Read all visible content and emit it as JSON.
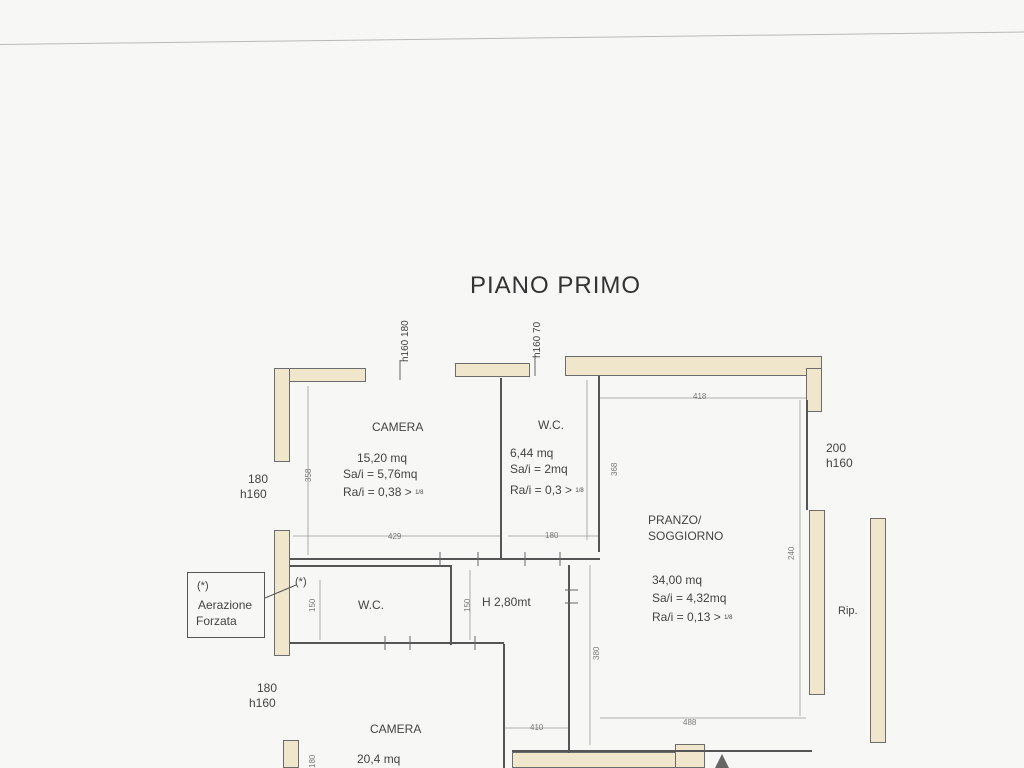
{
  "title": "PIANO PRIMO",
  "note": {
    "star": "(*)",
    "line1": "Aerazione",
    "line2": "Forzata",
    "marker": "(*)"
  },
  "rooms": [
    {
      "name": "CAMERA",
      "area": "15,20 mq",
      "sa": "Sa/i = 5,76mq",
      "ra": "Ra/i = 0,38 >",
      "ra_frac": "1/8"
    },
    {
      "name": "W.C.",
      "area": "6,44 mq",
      "sa": "Sa/i = 2mq",
      "ra": "Ra/i = 0,3 >",
      "ra_frac": "1/8"
    },
    {
      "name": "PRANZO/",
      "name2": "SOGGIORNO",
      "area": "34,00 mq",
      "sa": "Sa/i = 4,32mq",
      "ra": "Ra/i = 0,13 >",
      "ra_frac": "1/8"
    },
    {
      "name": "W.C."
    },
    {
      "name": "CAMERA",
      "area": "20,4 mq"
    },
    {
      "name": "Rip."
    }
  ],
  "height_label": "H 2,80mt",
  "openings": [
    {
      "w": "180",
      "h": "h160"
    },
    {
      "w": "70",
      "h": "h160"
    },
    {
      "w": "200",
      "h": "h160"
    },
    {
      "w": "180",
      "h": "h160"
    },
    {
      "w": "180",
      "h": "h160"
    }
  ],
  "dims": [
    "418",
    "429",
    "180",
    "410",
    "488",
    "358",
    "368",
    "240",
    "380",
    "150",
    "150",
    "180"
  ]
}
